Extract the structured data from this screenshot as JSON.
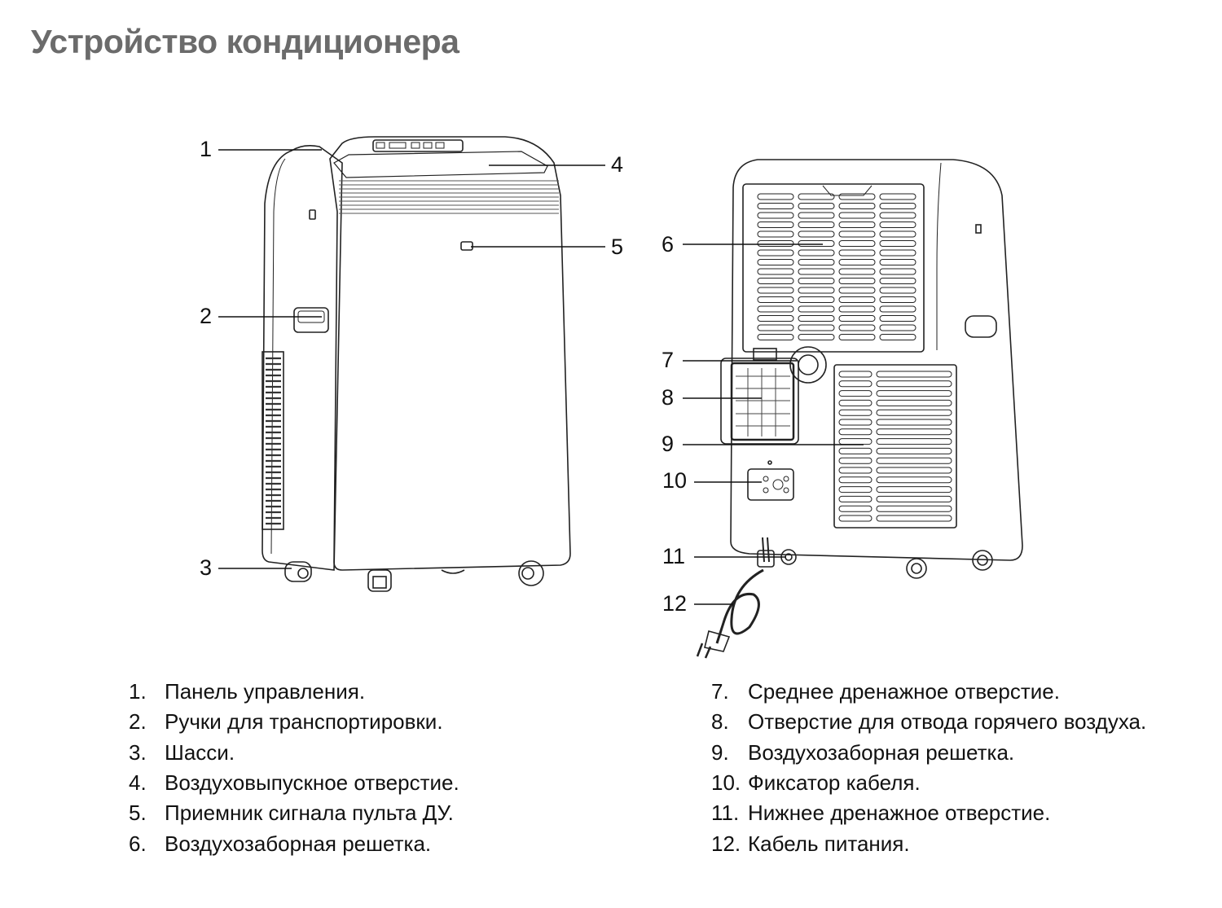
{
  "title": "Устройство кондиционера",
  "callouts": [
    "1",
    "2",
    "3",
    "4",
    "5",
    "6",
    "7",
    "8",
    "9",
    "10",
    "11",
    "12"
  ],
  "legend_left": [
    {
      "num": "1.",
      "text": "Панель управления."
    },
    {
      "num": "2.",
      "text": "Ручки для транспортировки."
    },
    {
      "num": "3.",
      "text": "Шасси."
    },
    {
      "num": "4.",
      "text": "Воздуховыпускное отверстие."
    },
    {
      "num": "5.",
      "text": "Приемник сигнала пульта ДУ."
    },
    {
      "num": "6.",
      "text": "Воздухозаборная решетка."
    }
  ],
  "legend_right": [
    {
      "num": "7.",
      "text": "Среднее дренажное отверстие."
    },
    {
      "num": "8.",
      "text": "Отверстие для отвода горячего воздуха."
    },
    {
      "num": "9.",
      "text": "Воздухозаборная решетка."
    },
    {
      "num": "10.",
      "text": "Фиксатор кабеля."
    },
    {
      "num": "11.",
      "text": "Нижнее дренажное отверстие."
    },
    {
      "num": "12.",
      "text": "Кабель питания."
    }
  ]
}
